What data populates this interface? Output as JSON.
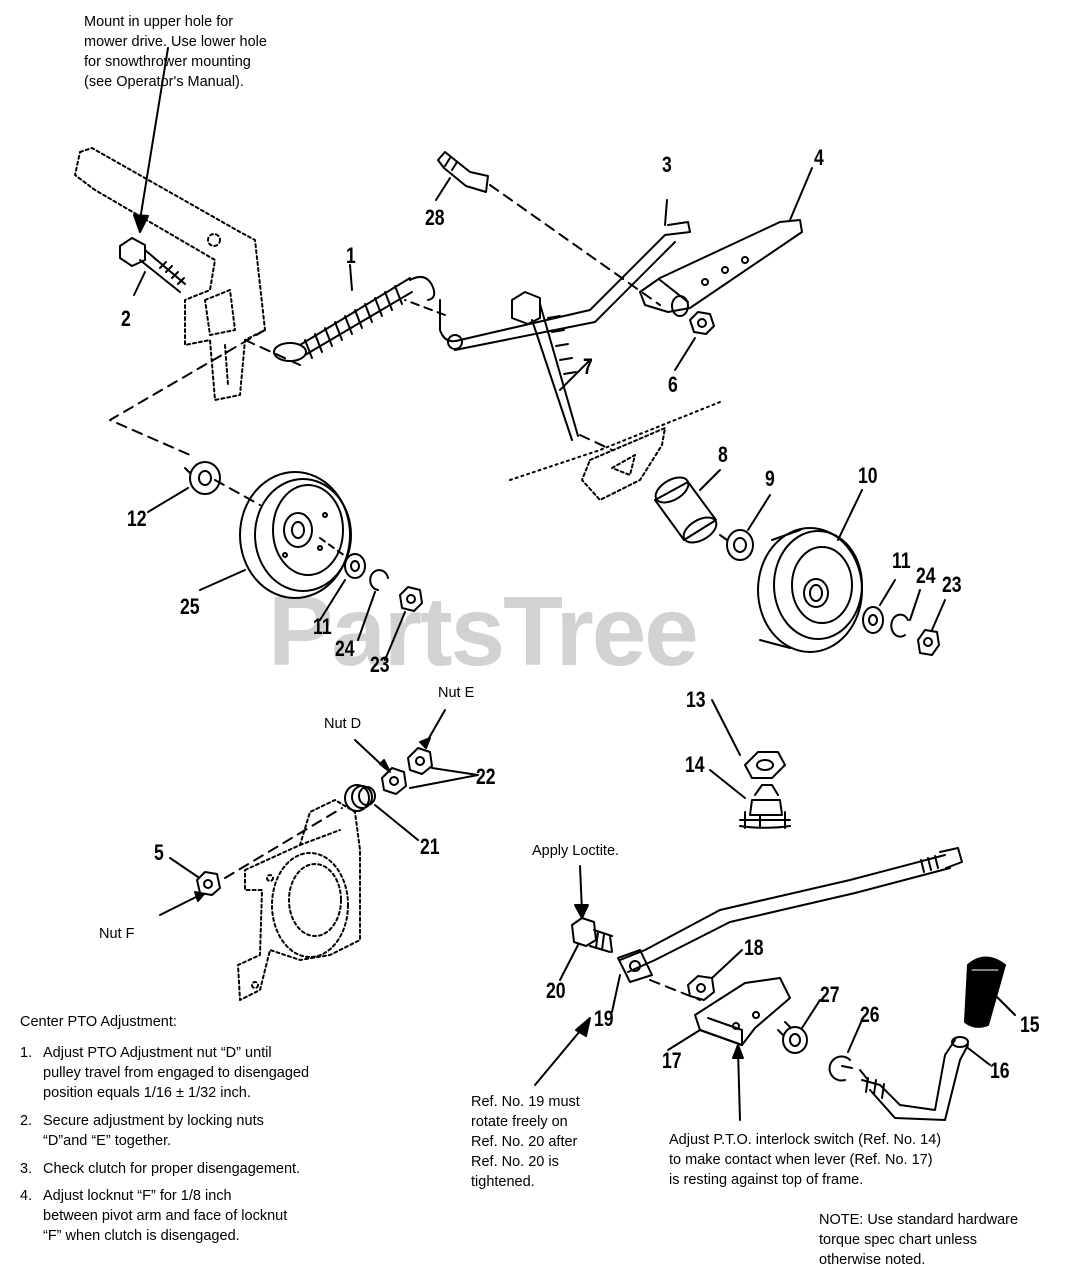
{
  "watermark": "PartsTree",
  "callouts": {
    "mount_note": "Mount in upper hole for\nmower drive. Use lower hole\nfor snowthrower mounting\n(see Operator's Manual).",
    "nut_e": "Nut E",
    "nut_d": "Nut D",
    "nut_f": "Nut F",
    "apply_loctite": "Apply Loctite.",
    "ref19_note": "Ref. No. 19 must\nrotate freely on\nRef. No. 20 after\nRef. No. 20 is\ntightened.",
    "interlock_note": "Adjust P.T.O. interlock switch (Ref. No. 14)\nto make contact when lever (Ref. No. 17)\nis resting against top of frame.",
    "torque_note": "NOTE: Use standard hardware\ntorque spec chart unless\notherwise noted."
  },
  "adjustment": {
    "title": "Center PTO Adjustment:",
    "steps": [
      {
        "n": "1.",
        "text": "Adjust PTO Adjustment nut “D” until\npulley travel from engaged to disengaged\nposition equals 1/16 ± 1/32 inch."
      },
      {
        "n": "2.",
        "text": "Secure adjustment by locking nuts\n“D”and “E” together."
      },
      {
        "n": "3.",
        "text": "Check clutch for proper disengagement."
      },
      {
        "n": "4.",
        "text": "Adjust locknut “F” for 1/8 inch\nbetween pivot arm and face of locknut\n“F” when clutch is disengaged."
      }
    ]
  },
  "part_numbers": [
    "1",
    "2",
    "3",
    "4",
    "6",
    "28",
    "7",
    "8",
    "9",
    "10",
    "11",
    "24",
    "23",
    "12",
    "25",
    "11",
    "24",
    "23",
    "13",
    "14",
    "22",
    "21",
    "5",
    "18",
    "20",
    "19",
    "27",
    "26",
    "15",
    "17",
    "16"
  ]
}
